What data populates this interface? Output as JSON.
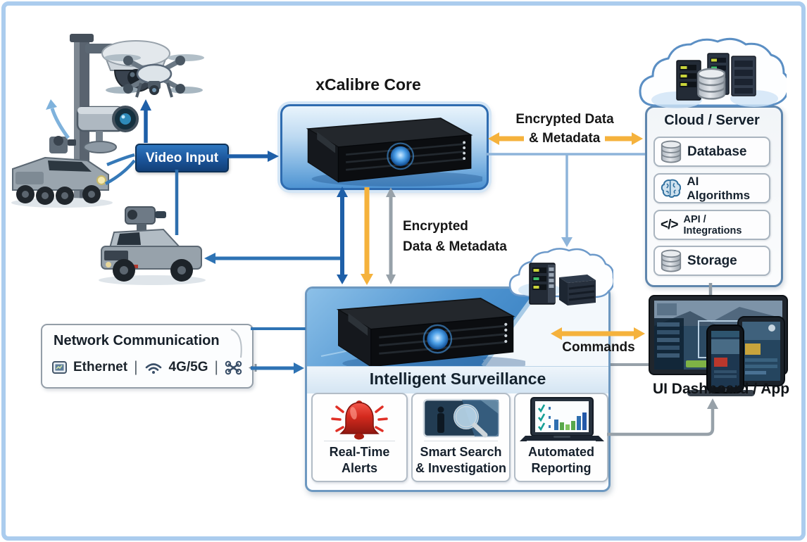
{
  "core": {
    "title": "xCalibre Core"
  },
  "labels": {
    "video_input": "Video Input",
    "encrypted_top_line1": "Encrypted Data",
    "encrypted_top_line2": "& Metadata",
    "encrypted_mid_line1": "Encrypted",
    "encrypted_mid_line2": "Data & Metadata",
    "commands": "Commands",
    "ui_dashboard": "UI Dashboard / App"
  },
  "cloud_server": {
    "title": "Cloud / Server",
    "items": [
      {
        "label": "Database",
        "icon": "database-icon"
      },
      {
        "label": "AI Algorithms",
        "icon": "ai-brain-icon"
      },
      {
        "label": "API / Integrations",
        "icon": "code-icon",
        "glyph": "</>"
      },
      {
        "label": "Storage",
        "icon": "storage-icon"
      }
    ]
  },
  "intelligent_surveillance": {
    "title": "Intelligent Surveillance",
    "cards": [
      {
        "line1": "Real-Time",
        "line2": "Alerts",
        "icon": "alert-bell-icon"
      },
      {
        "line1": "Smart Search",
        "line2": "& Investigation",
        "icon": "smart-search-icon"
      },
      {
        "line1": "Automated",
        "line2": "Reporting",
        "icon": "automated-reporting-icon"
      }
    ]
  },
  "network_communication": {
    "title": "Network Communication",
    "ethernet_label": "Ethernet",
    "cellular_label": "4G/5G",
    "separator": "|"
  },
  "colors": {
    "accent_blue": "#1e5fa8",
    "medium_blue": "#3579b8",
    "light_blue_line": "#8db4da",
    "accent_yellow": "#f5b23c",
    "accent_gray": "#97a1a9",
    "alert_red": "#d42a1e"
  }
}
